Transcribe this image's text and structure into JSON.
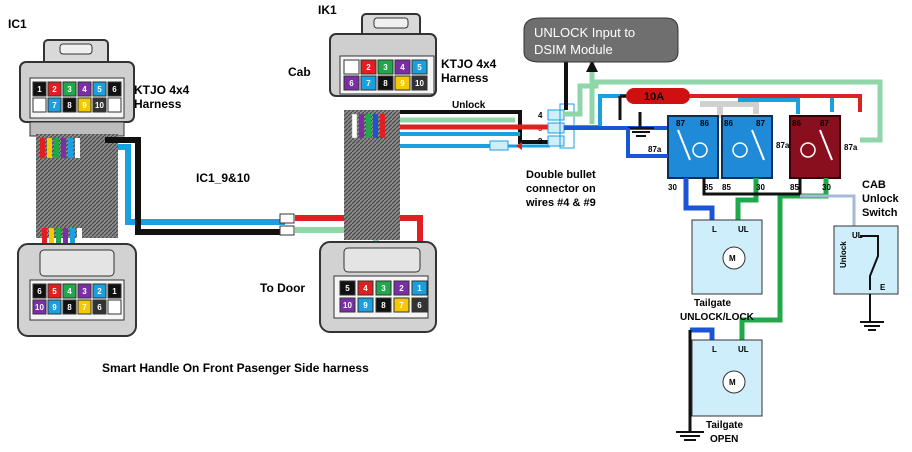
{
  "colors": {
    "red": "#e02020",
    "green": "#21a84a",
    "lightgreen": "#8fd6a9",
    "blue": "#1a55d6",
    "cyan": "#1aa0e0",
    "black": "#111111",
    "relay_blue": "#1e8ad8",
    "relay_red": "#8a0f1e",
    "bubble": "#6f6f6f"
  },
  "labels": {
    "ic1": "IC1",
    "ik1": "IK1",
    "cab": "Cab",
    "ktjo_left": "KTJO 4x4",
    "harness_left": "Harness",
    "ktjo_right": "KTJO 4x4",
    "harness_right": "Harness",
    "ic1_910": "IC1_9&10",
    "to_door": "To Door",
    "unlock_wire": "Unlock",
    "bubble_l1": "UNLOCK Input to",
    "bubble_l2": "DSIM Module",
    "fuse": "10A",
    "dbl1": "Double bullet",
    "dbl2": "connector on",
    "dbl3": "wires #4 & #9",
    "cab_l1": "CAB",
    "cab_l2": "Unlock",
    "cab_l3": "Switch",
    "tg1_l1": "Tailgate",
    "tg1_l2": "UNLOCK/LOCK",
    "tg2_l1": "Tailgate",
    "tg2_l2": "OPEN",
    "footer": "Smart Handle On Front Pasenger Side harness",
    "bullet_4": "4",
    "bullet_5": "5",
    "bullet_9": "9",
    "motor_m1": "M",
    "motor_m2": "M",
    "m1_l": "L",
    "m1_ul": "UL",
    "m2_l": "L",
    "m2_ul": "UL",
    "sw_ul": "UL",
    "sw_e": "E",
    "sw_side": "Unlock"
  },
  "relays": [
    {
      "p87": "87",
      "p86": "86",
      "p87a": "87a",
      "p30": "30",
      "p85": "85"
    },
    {
      "p87": "87",
      "p86": "86",
      "p87a": "",
      "p30": "30",
      "p85": "85"
    },
    {
      "p87": "87",
      "p86": "86",
      "p87a": "87a",
      "p30": "30",
      "p85": "85"
    }
  ],
  "relay_mid": {
    "p87a": "87a"
  },
  "ic1_top_pins": {
    "row1": [
      "1",
      "2",
      "3",
      "4",
      "5",
      "6"
    ],
    "row2": [
      "",
      "7",
      "8",
      "9",
      "10",
      ""
    ]
  },
  "ic1_bot_pins": {
    "row1": [
      "6",
      "5",
      "4",
      "3",
      "2",
      "1"
    ],
    "row2": [
      "10",
      "9",
      "8",
      "7",
      "6",
      ""
    ]
  },
  "ik1_top_pins": {
    "row1": [
      "",
      "2",
      "3",
      "4",
      "5"
    ],
    "row2": [
      "6",
      "7",
      "8",
      "9",
      "10"
    ]
  },
  "ik1_bot_pins": {
    "row1": [
      "5",
      "4",
      "3",
      "2",
      "1"
    ],
    "row2": [
      "10",
      "9",
      "8",
      "7",
      "6"
    ]
  }
}
